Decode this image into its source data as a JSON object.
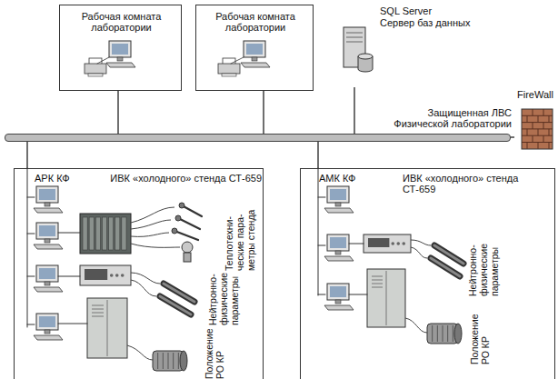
{
  "diagram": {
    "nodes": [
      {
        "text": [
          "Рабочая комната лаборатории"
        ]
      },
      {
        "text": [
          "Рабочая комната лаборатории"
        ]
      },
      {
        "text": [
          "SQL Server",
          "Сервер баз данных"
        ]
      },
      {
        "text": [
          "Защищенная ЛВС Физической лаборатории"
        ]
      },
      {
        "text": [
          "FireWall"
        ]
      },
      {
        "text": [
          "ИВК «холодного» стенда СТ-659",
          "АРК КФ"
        ]
      },
      {
        "text": [
          "ИВК «холодного» стенда СТ-659",
          "АМК КФ"
        ]
      }
    ],
    "edges": [
      {
        "from": 0,
        "to": 3,
        "arrow": "none"
      },
      {
        "from": 1,
        "to": 3,
        "arrow": "none"
      },
      {
        "from": 2,
        "to": 3,
        "arrow": "none"
      },
      {
        "from": 3,
        "to": 4,
        "arrow": "none"
      },
      {
        "from": 3,
        "to": 5,
        "arrow": "none"
      },
      {
        "from": 3,
        "to": 6,
        "arrow": "none"
      }
    ],
    "labels": [
      "Теплотехни- ческие пара- метры стенда",
      "Нейтронно-физические параметры",
      "Положение РО КР",
      "Нейтронно-физические параметры",
      "Положение РО КР"
    ]
  }
}
